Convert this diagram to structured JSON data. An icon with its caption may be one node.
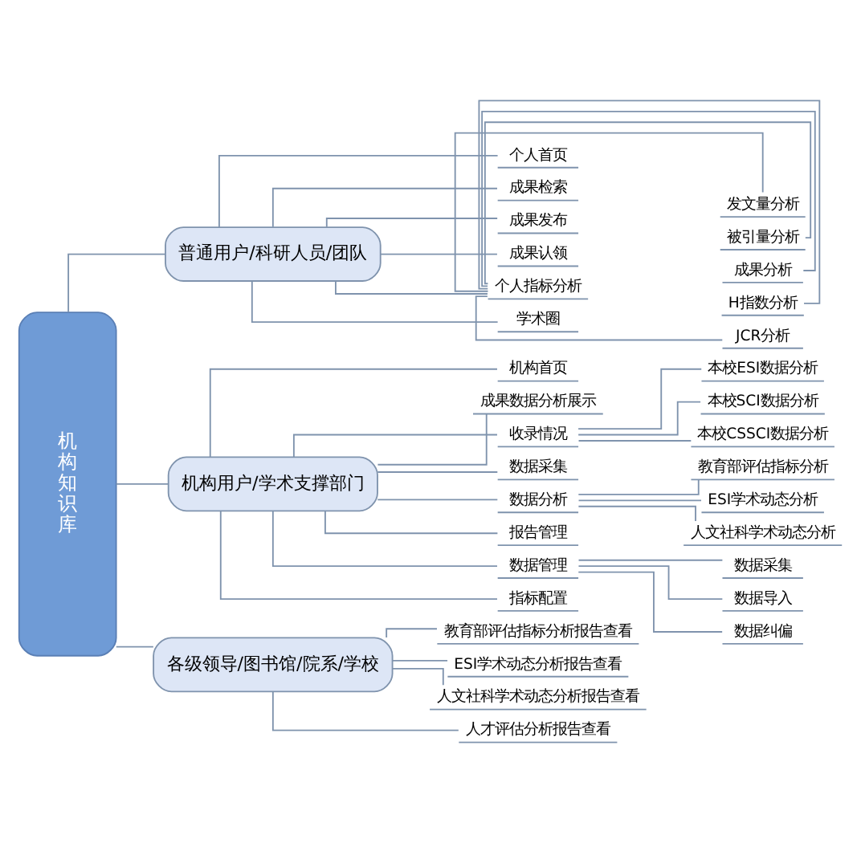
{
  "diagram": {
    "nodes": [
      {
        "text": [
          "机构知识库"
        ]
      },
      {
        "text": [
          "普通用户/科研人员/团队"
        ]
      },
      {
        "text": [
          "个人首页"
        ]
      },
      {
        "text": [
          "成果检索"
        ]
      },
      {
        "text": [
          "成果发布"
        ]
      },
      {
        "text": [
          "成果认领"
        ]
      },
      {
        "text": [
          "个人指标分析"
        ]
      },
      {
        "text": [
          "发文量分析"
        ]
      },
      {
        "text": [
          "被引量分析"
        ]
      },
      {
        "text": [
          "成果分析"
        ]
      },
      {
        "text": [
          "H指数分析"
        ]
      },
      {
        "text": [
          "JCR分析"
        ]
      },
      {
        "text": [
          "学术圈"
        ]
      },
      {
        "text": [
          "机构用户/学术支撑部门"
        ]
      },
      {
        "text": [
          "机构首页"
        ]
      },
      {
        "text": [
          "成果数据分析展示"
        ]
      },
      {
        "text": [
          "收录情况"
        ]
      },
      {
        "text": [
          "本校ESI数据分析"
        ]
      },
      {
        "text": [
          "本校SCI数据分析"
        ]
      },
      {
        "text": [
          "本校CSSCI数据分析"
        ]
      },
      {
        "text": [
          "数据采集"
        ]
      },
      {
        "text": [
          "数据分析"
        ]
      },
      {
        "text": [
          "教育部评估指标分析"
        ]
      },
      {
        "text": [
          "ESI学术动态分析"
        ]
      },
      {
        "text": [
          "人文社科学术动态分析"
        ]
      },
      {
        "text": [
          "报告管理"
        ]
      },
      {
        "text": [
          "数据管理"
        ]
      },
      {
        "text": [
          "数据采集"
        ]
      },
      {
        "text": [
          "数据导入"
        ]
      },
      {
        "text": [
          "数据纠偏"
        ]
      },
      {
        "text": [
          "指标配置"
        ]
      },
      {
        "text": [
          "各级领导/图书馆/院系/学校"
        ]
      },
      {
        "text": [
          "教育部评估指标分析报告查看"
        ]
      },
      {
        "text": [
          "ESI学术动态分析报告查看"
        ]
      },
      {
        "text": [
          "人文社科学术动态分析报告查看"
        ]
      },
      {
        "text": [
          "人才评估分析报告查看"
        ]
      }
    ],
    "edges": [
      {
        "from": 0,
        "to": 1,
        "arrow": "none"
      },
      {
        "from": 1,
        "to": 2,
        "arrow": "none"
      },
      {
        "from": 1,
        "to": 3,
        "arrow": "none"
      },
      {
        "from": 1,
        "to": 4,
        "arrow": "none"
      },
      {
        "from": 1,
        "to": 5,
        "arrow": "none"
      },
      {
        "from": 1,
        "to": 6,
        "arrow": "none"
      },
      {
        "from": 6,
        "to": 7,
        "arrow": "none"
      },
      {
        "from": 6,
        "to": 8,
        "arrow": "none"
      },
      {
        "from": 6,
        "to": 9,
        "arrow": "none"
      },
      {
        "from": 6,
        "to": 10,
        "arrow": "none"
      },
      {
        "from": 6,
        "to": 11,
        "arrow": "none"
      },
      {
        "from": 1,
        "to": 12,
        "arrow": "none"
      },
      {
        "from": 0,
        "to": 13,
        "arrow": "none"
      },
      {
        "from": 13,
        "to": 14,
        "arrow": "none"
      },
      {
        "from": 13,
        "to": 15,
        "arrow": "none"
      },
      {
        "from": 13,
        "to": 16,
        "arrow": "none"
      },
      {
        "from": 16,
        "to": 17,
        "arrow": "none"
      },
      {
        "from": 16,
        "to": 18,
        "arrow": "none"
      },
      {
        "from": 16,
        "to": 19,
        "arrow": "none"
      },
      {
        "from": 13,
        "to": 20,
        "arrow": "none"
      },
      {
        "from": 13,
        "to": 21,
        "arrow": "none"
      },
      {
        "from": 21,
        "to": 22,
        "arrow": "none"
      },
      {
        "from": 21,
        "to": 23,
        "arrow": "none"
      },
      {
        "from": 21,
        "to": 24,
        "arrow": "none"
      },
      {
        "from": 13,
        "to": 25,
        "arrow": "none"
      },
      {
        "from": 13,
        "to": 26,
        "arrow": "none"
      },
      {
        "from": 26,
        "to": 27,
        "arrow": "none"
      },
      {
        "from": 26,
        "to": 28,
        "arrow": "none"
      },
      {
        "from": 26,
        "to": 29,
        "arrow": "none"
      },
      {
        "from": 13,
        "to": 30,
        "arrow": "none"
      },
      {
        "from": 0,
        "to": 31,
        "arrow": "none"
      },
      {
        "from": 31,
        "to": 32,
        "arrow": "none"
      },
      {
        "from": 31,
        "to": 33,
        "arrow": "none"
      },
      {
        "from": 31,
        "to": 34,
        "arrow": "none"
      },
      {
        "from": 31,
        "to": 35,
        "arrow": "none"
      }
    ]
  }
}
